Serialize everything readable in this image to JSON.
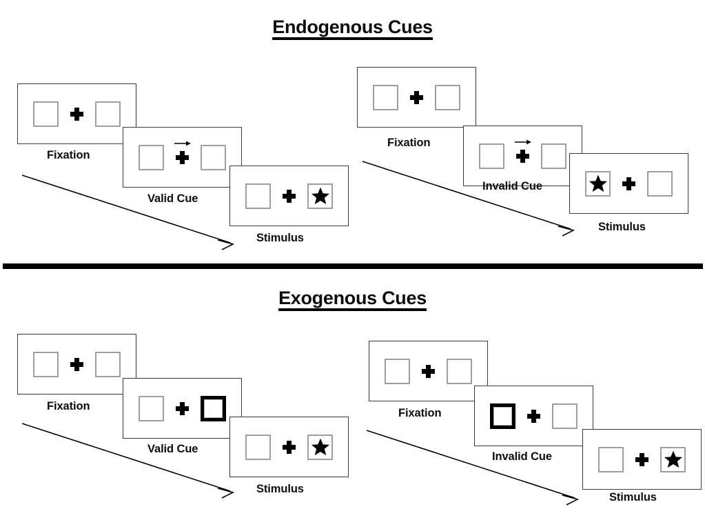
{
  "figure": {
    "sections": [
      {
        "id": "endogenous",
        "title": "Endogenous Cues",
        "conditions": [
          {
            "id": "endogenous-valid",
            "frames": [
              {
                "caption": "Fixation",
                "left_box": "empty",
                "right_box": "empty",
                "cue": "none",
                "center": "plus"
              },
              {
                "caption": "Valid Cue",
                "left_box": "empty",
                "right_box": "empty",
                "cue": "arrow-right",
                "center": "plus"
              },
              {
                "caption": "Stimulus",
                "left_box": "empty",
                "right_box": "star",
                "cue": "none",
                "center": "plus"
              }
            ]
          },
          {
            "id": "endogenous-invalid",
            "frames": [
              {
                "caption": "Fixation",
                "left_box": "empty",
                "right_box": "empty",
                "cue": "none",
                "center": "plus"
              },
              {
                "caption": "Invalid Cue",
                "left_box": "empty",
                "right_box": "empty",
                "cue": "arrow-right",
                "center": "plus"
              },
              {
                "caption": "Stimulus",
                "left_box": "star",
                "right_box": "empty",
                "cue": "none",
                "center": "plus"
              }
            ]
          }
        ]
      },
      {
        "id": "exogenous",
        "title": "Exogenous Cues",
        "conditions": [
          {
            "id": "exogenous-valid",
            "frames": [
              {
                "caption": "Fixation",
                "left_box": "empty",
                "right_box": "empty",
                "cue": "none",
                "center": "plus"
              },
              {
                "caption": "Valid Cue",
                "left_box": "empty",
                "right_box": "highlight",
                "cue": "none",
                "center": "plus"
              },
              {
                "caption": "Stimulus",
                "left_box": "empty",
                "right_box": "star",
                "cue": "none",
                "center": "plus"
              }
            ]
          },
          {
            "id": "exogenous-invalid",
            "frames": [
              {
                "caption": "Fixation",
                "left_box": "empty",
                "right_box": "empty",
                "cue": "none",
                "center": "plus"
              },
              {
                "caption": "Invalid Cue",
                "left_box": "highlight",
                "right_box": "empty",
                "cue": "none",
                "center": "plus"
              },
              {
                "caption": "Stimulus",
                "left_box": "empty",
                "right_box": "star",
                "cue": "none",
                "center": "plus"
              }
            ]
          }
        ]
      }
    ],
    "icons": {
      "star": "star-icon",
      "fixation_cross": "fixation-cross-icon",
      "cue_arrow": "arrow-right-icon",
      "timeline_arrow": "timeline-arrow-icon"
    },
    "colors": {
      "background": "#ffffff",
      "stroke": "#000000",
      "frame_border": "#3a3a3a",
      "box_border": "#9e9e9e",
      "highlight_border": "#000000",
      "divider": "#000000"
    }
  }
}
